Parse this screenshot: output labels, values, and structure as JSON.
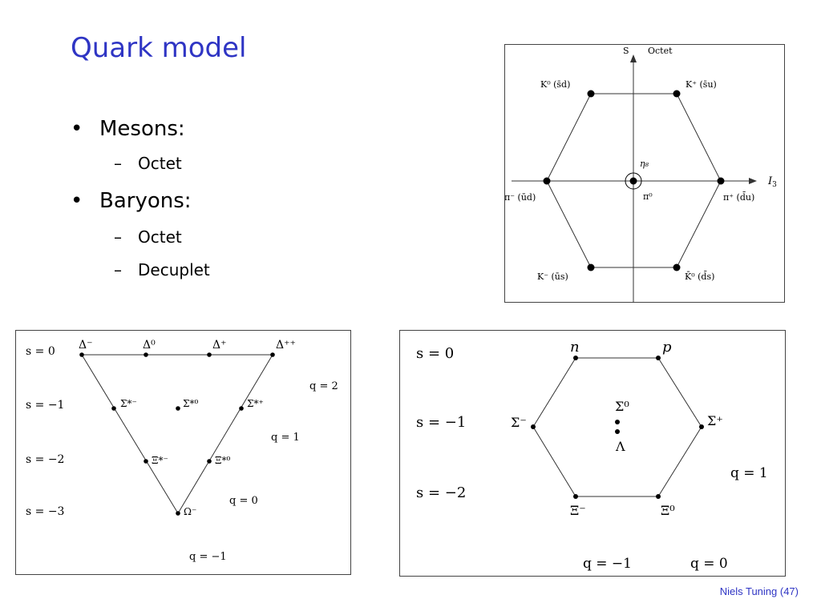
{
  "slide": {
    "title": "Quark model",
    "footer": "Niels Tuning (47)",
    "accent_color": "#2f35c4"
  },
  "bullets": {
    "mesons": "Mesons:",
    "mesons_octet": "Octet",
    "baryons": "Baryons:",
    "baryons_octet": "Octet",
    "baryons_decuplet": "Decuplet"
  },
  "meson_octet": {
    "axis_s_label": "S",
    "title": "Octet",
    "axis_i3_label": "I",
    "axis_i3_sub": "3",
    "k0": "K⁰ (s̄d)",
    "kplus": "K⁺ (s̄u)",
    "piminus": "π⁻ (ūd)",
    "piplus": "π⁺ (d̄u)",
    "kminus": "K⁻ (ūs)",
    "k0bar": "K̄⁰ (d̄s)",
    "eta8": "η₈",
    "pi0": "π⁰"
  },
  "decuplet": {
    "row_labels": [
      "s = 0",
      "s = −1",
      "s = −2",
      "s = −3"
    ],
    "top_row": [
      "Δ⁻",
      "Δ⁰",
      "Δ⁺",
      "Δ⁺⁺"
    ],
    "sigma_row": [
      "Σ*⁻",
      "Σ*⁰",
      "Σ*⁺"
    ],
    "xi_row": [
      "Ξ*⁻",
      "Ξ*⁰"
    ],
    "omega": "Ω⁻",
    "charge_labels": [
      "q = 2",
      "q = 1",
      "q = 0",
      "q = −1"
    ]
  },
  "baryon_octet": {
    "row_labels": [
      "s = 0",
      "s = −1",
      "s = −2"
    ],
    "n": "n",
    "p": "p",
    "sigma_minus": "Σ⁻",
    "sigma_plus": "Σ⁺",
    "sigma0": "Σ⁰",
    "lambda": "Λ",
    "xi_minus": "Ξ⁻",
    "xi0": "Ξ⁰",
    "charge_labels": [
      "q = 1",
      "q = −1",
      "q = 0"
    ]
  }
}
